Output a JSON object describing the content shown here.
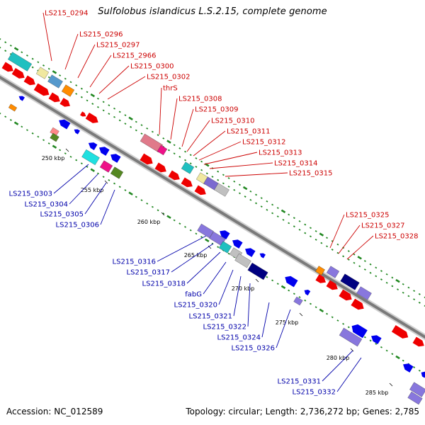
{
  "title": "Sulfolobus islandicus L.S.2.15, complete genome",
  "footer": {
    "accession": "Accession: NC_012589",
    "summary": "Topology: circular; Length: 2,736,272 bp; Genes: 2,785"
  },
  "colors": {
    "forward": "#ff0000",
    "reverse": "#0000ff",
    "backbone": "#888888",
    "gc_dots": "#228822",
    "label_forward": "#cc0000",
    "label_reverse": "#0000aa"
  },
  "ticks": [
    "250 kbp",
    "255 kbp",
    "260 kbp",
    "265 kbp",
    "270 kbp",
    "275 kbp",
    "280 kbp",
    "285 kbp"
  ],
  "labels_forward": [
    "LS215_0294",
    "LS215_0296",
    "LS215_0297",
    "LS215_2966",
    "LS215_0300",
    "LS215_0302",
    "thrS",
    "LS215_0308",
    "LS215_0309",
    "LS215_0310",
    "LS215_0311",
    "LS215_0312",
    "LS215_0313",
    "LS215_0314",
    "LS215_0315",
    "LS215_0325",
    "LS215_0327",
    "LS215_0328"
  ],
  "labels_reverse": [
    "LS215_0303",
    "LS215_0304",
    "LS215_0305",
    "LS215_0306",
    "LS215_0316",
    "LS215_0317",
    "LS215_0318",
    "fabG",
    "LS215_0320",
    "LS215_0321",
    "LS215_0322",
    "LS215_0324",
    "LS215_0326",
    "LS215_0331",
    "LS215_0332"
  ]
}
